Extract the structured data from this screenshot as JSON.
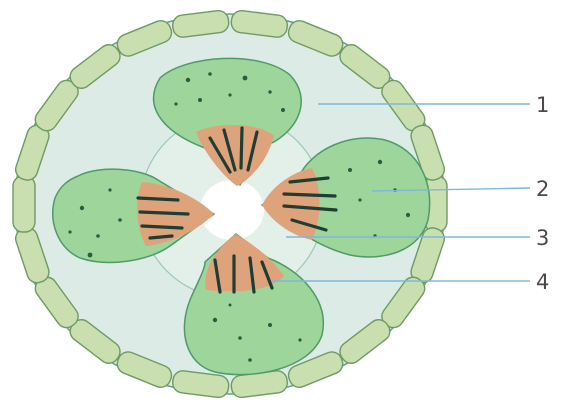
{
  "diagram": {
    "labels": [
      {
        "id": "1",
        "text": "1"
      },
      {
        "id": "2",
        "text": "2"
      },
      {
        "id": "3",
        "text": "3"
      },
      {
        "id": "4",
        "text": "4"
      }
    ]
  },
  "colors": {
    "outer_cell_fill": "#c9dfb0",
    "outer_cell_stroke": "#6e9a63",
    "outer_body_fill": "#dcebe6",
    "outer_body_stroke": "#5aa487",
    "inner_ring_fill": "#e3f0ea",
    "center_fill": "#ffffff",
    "lobe_fill": "#9ed59b",
    "lobe_stroke": "#4e9a68",
    "cap_fill": "#dfa37c",
    "spindle_stroke": "#1f3d33",
    "dots_fill": "#2f5a3e",
    "leader_line": "#7fb8d8"
  }
}
